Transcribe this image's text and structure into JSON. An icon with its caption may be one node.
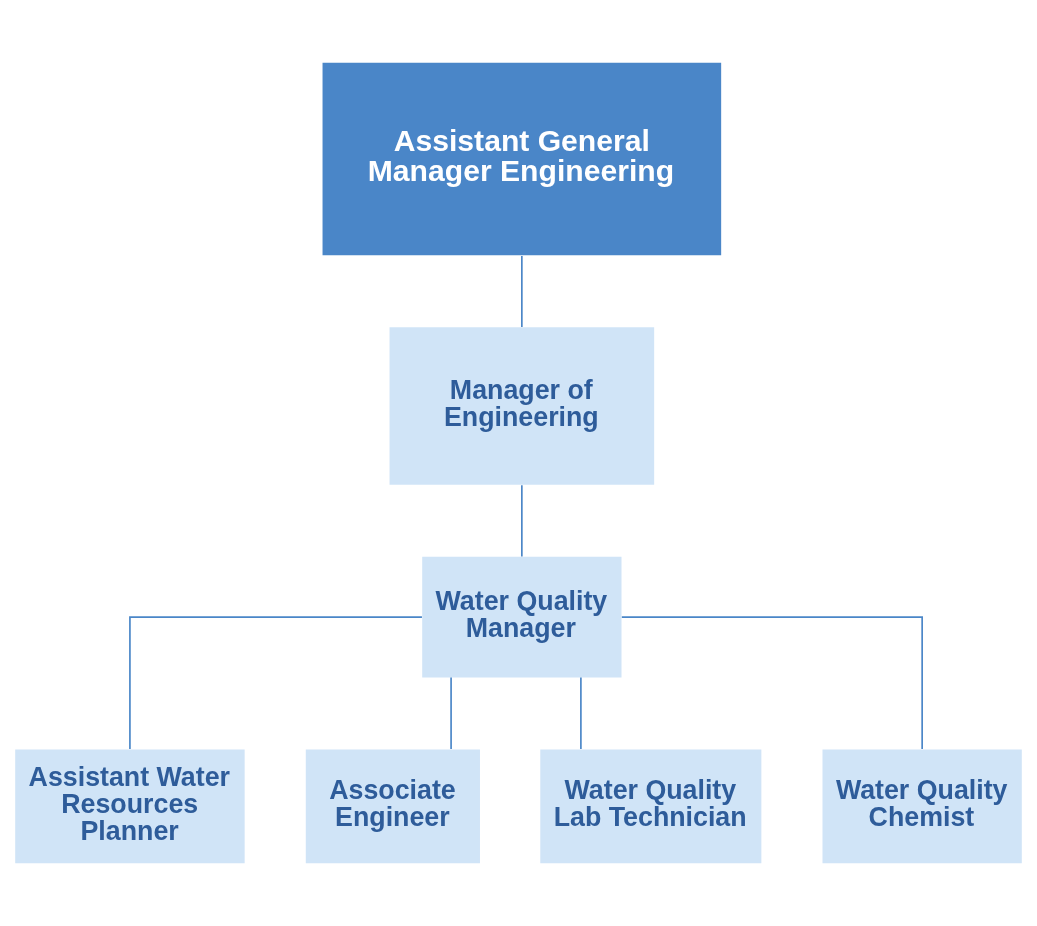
{
  "diagram": {
    "nodes": [
      {
        "text": [
          "Assistant General Manager Engineering"
        ]
      },
      {
        "text": [
          "Manager of Engineering"
        ]
      },
      {
        "text": [
          "Water Quality Manager"
        ]
      },
      {
        "text": [
          "Assistant Water Resources Planner"
        ]
      },
      {
        "text": [
          "Associate Engineer"
        ]
      },
      {
        "text": [
          "Water Quality Lab Technician"
        ]
      },
      {
        "text": [
          "Water Quality Chemist"
        ]
      }
    ],
    "edges": [
      {
        "from": 0,
        "to": 1,
        "arrow": "none"
      },
      {
        "from": 1,
        "to": 2,
        "arrow": "none"
      },
      {
        "from": 2,
        "to": 3,
        "arrow": "none"
      },
      {
        "from": 2,
        "to": 4,
        "arrow": "none"
      },
      {
        "from": 2,
        "to": 5,
        "arrow": "none"
      },
      {
        "from": 2,
        "to": 6,
        "arrow": "none"
      }
    ]
  }
}
